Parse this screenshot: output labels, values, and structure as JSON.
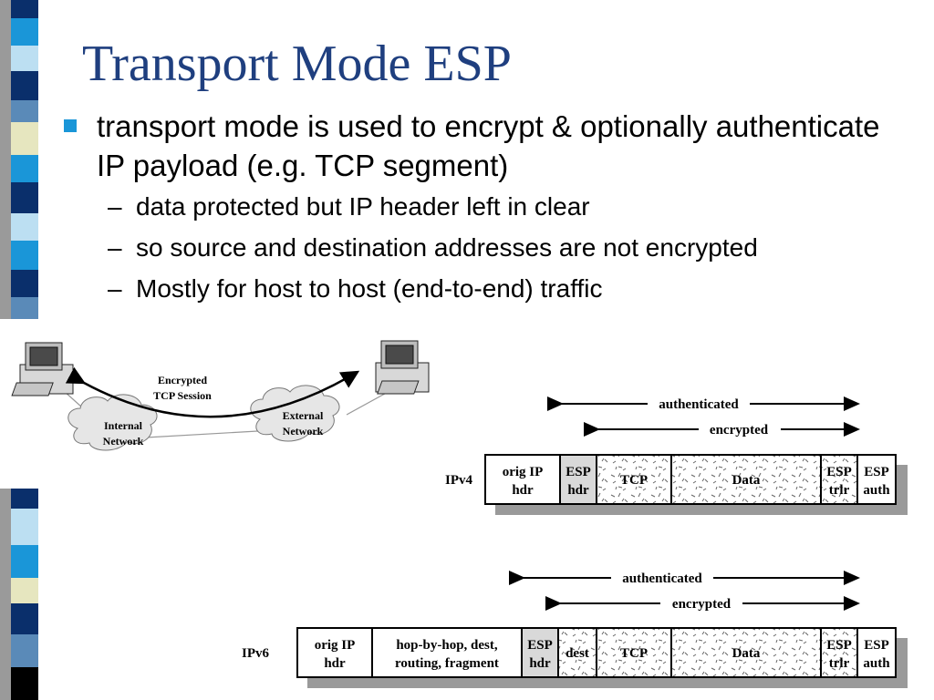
{
  "slide": {
    "title": "Transport Mode ESP",
    "bullet": "transport mode is used to encrypt & optionally authenticate IP payload (e.g. TCP segment)",
    "subbullets": [
      "data protected but IP header left in clear",
      "so source and destination addresses are not encrypted",
      "Mostly for host to host (end-to-end) traffic"
    ],
    "dash": "–"
  },
  "network_figure": {
    "session_label": [
      "Encrypted",
      "TCP Session"
    ],
    "internal_network": [
      "Internal",
      "Network"
    ],
    "external_network": [
      "External",
      "Network"
    ]
  },
  "ipv4_packet": {
    "label": "IPv4",
    "authenticated": "authenticated",
    "encrypted": "encrypted",
    "fields": [
      {
        "lines": [
          "orig IP",
          "hdr"
        ]
      },
      {
        "lines": [
          "ESP",
          "hdr"
        ]
      },
      {
        "lines": [
          "TCP"
        ]
      },
      {
        "lines": [
          "Data"
        ]
      },
      {
        "lines": [
          "ESP",
          "trlr"
        ]
      },
      {
        "lines": [
          "ESP",
          "auth"
        ]
      }
    ]
  },
  "ipv6_packet": {
    "label": "IPv6",
    "authenticated": "authenticated",
    "encrypted": "encrypted",
    "fields": [
      {
        "lines": [
          "orig IP",
          "hdr"
        ]
      },
      {
        "lines": [
          "hop-by-hop, dest,",
          "routing, fragment"
        ]
      },
      {
        "lines": [
          "ESP",
          "hdr"
        ]
      },
      {
        "lines": [
          "dest"
        ]
      },
      {
        "lines": [
          "TCP"
        ]
      },
      {
        "lines": [
          "Data"
        ]
      },
      {
        "lines": [
          "ESP",
          "trlr"
        ]
      },
      {
        "lines": [
          "ESP",
          "auth"
        ]
      }
    ]
  },
  "colors": {
    "title": "#1f3f7f",
    "bullet": "#1a96d8",
    "stripe": [
      "#0a2f6b",
      "#1a96d8",
      "#bcdff2",
      "#e6e6bf",
      "#5a8ab8",
      "#000000"
    ]
  }
}
